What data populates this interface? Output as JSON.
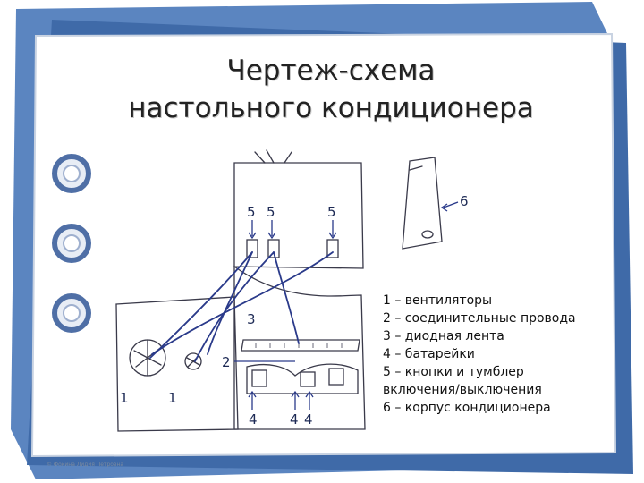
{
  "title_line1": "Чертеж-схема",
  "title_line2": "настольного кондиционера",
  "labels": {
    "top5a": "5",
    "top5b": "5",
    "top5c": "5",
    "case6": "6",
    "ribbon3": "3",
    "wire2": "2",
    "fan1a": "1",
    "fan1b": "1",
    "bat4a": "4",
    "bat4b": "4",
    "bat4c": "4"
  },
  "legend": [
    "1 – вентиляторы",
    "2 – соединительные провода",
    "3 – диодная лента",
    "4 – батарейки",
    "5 – кнопки и тумблер",
    "включения/выключения",
    "6 – корпус кондиционера"
  ],
  "copyright": "© Фокина Лидия Петровна",
  "colors": {
    "frame_blue": "#4a76b5",
    "ink": "#2a3a8a",
    "ring": "#4f6fa6"
  }
}
